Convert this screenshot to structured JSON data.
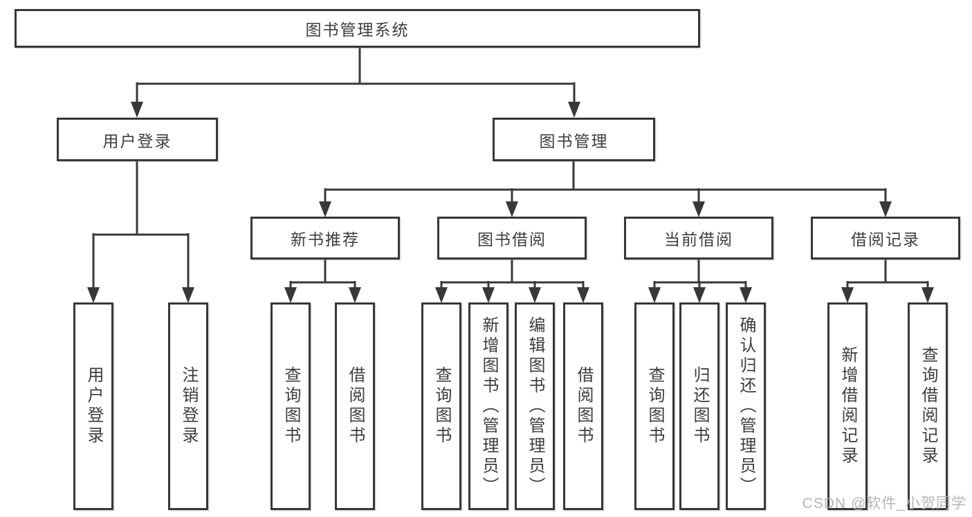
{
  "diagram": {
    "root": {
      "label": "图书管理系统"
    },
    "level2": [
      {
        "id": "user-login",
        "label": "用户登录"
      },
      {
        "id": "book-management",
        "label": "图书管理"
      }
    ],
    "level3": [
      {
        "id": "new-book-recommend",
        "label": "新书推荐"
      },
      {
        "id": "book-borrow",
        "label": "图书借阅"
      },
      {
        "id": "current-borrow",
        "label": "当前借阅"
      },
      {
        "id": "borrow-records",
        "label": "借阅记录"
      }
    ],
    "leaves": {
      "user_login": [
        "用户登录",
        "注销登录"
      ],
      "new_book": [
        "查询图书",
        "借阅图书"
      ],
      "book_borrow": [
        "查询图书",
        "新增图书（管理员）",
        "编辑图书（管理员）",
        "借阅图书"
      ],
      "current_borrow": [
        "查询图书",
        "归还图书",
        "确认归还（管理员）"
      ],
      "borrow_records": [
        "新增借阅记录",
        "查询借阅记录"
      ]
    }
  },
  "watermark": {
    "text": "CSDN @软件_小贺同学"
  },
  "colors": {
    "line": "#383838",
    "border": "#373737",
    "text": "#3d3d3d",
    "watermark": "#afafaf",
    "background": "#ffffff"
  }
}
